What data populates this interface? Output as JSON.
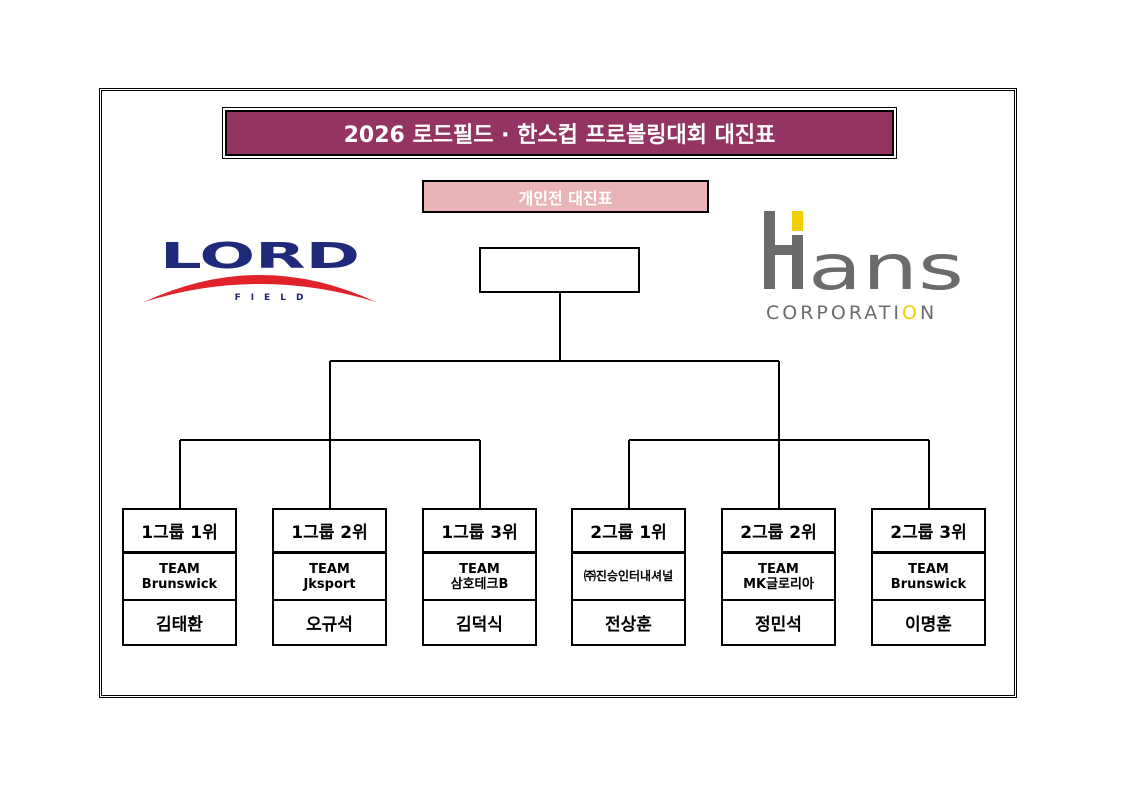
{
  "title": "2026 로드필드 · 한스컵 프로볼링대회 대진표",
  "subtitle": "개인전 대진표",
  "final_winner": "",
  "logos": {
    "left": {
      "word": "LORD",
      "sub": "FIELD",
      "color": "#1f2a7a",
      "arc_color": "#e0232b"
    },
    "right": {
      "word": "ans",
      "initial": "H",
      "sub_pre": "CORPORATI",
      "sub_o": "O",
      "sub_post": "N",
      "color": "#6b6b6b",
      "accent": "#f0d000"
    }
  },
  "participants": [
    {
      "rank": "1그룹 1위",
      "team_line1": "TEAM",
      "team_line2": "Brunswick",
      "player": "김태환"
    },
    {
      "rank": "1그룹 2위",
      "team_line1": "TEAM",
      "team_line2": "Jksport",
      "player": "오규석"
    },
    {
      "rank": "1그룹 3위",
      "team_line1": "TEAM",
      "team_line2": "삼호테크B",
      "player": "김덕식"
    },
    {
      "rank": "2그룹 1위",
      "team_line1": "㈜진승인터내셔널",
      "team_line2": "",
      "player": "전상훈"
    },
    {
      "rank": "2그룹 2위",
      "team_line1": "TEAM",
      "team_line2": "MK글로리아",
      "player": "정민석"
    },
    {
      "rank": "2그룹 3위",
      "team_line1": "TEAM",
      "team_line2": "Brunswick",
      "player": "이명훈"
    }
  ]
}
